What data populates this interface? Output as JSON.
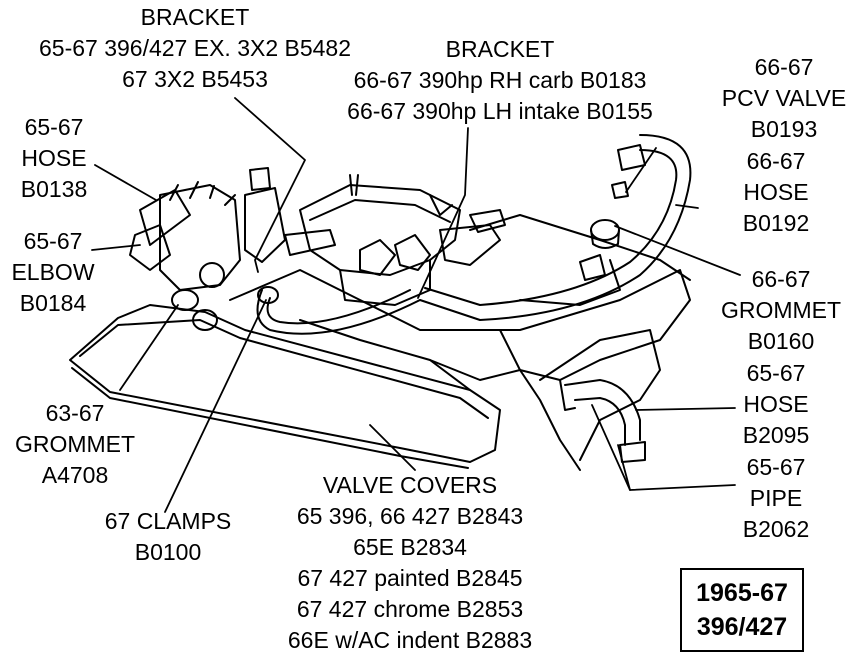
{
  "callouts": {
    "bracket_top": [
      "BRACKET",
      "65-67 396/427 EX. 3X2 B5482",
      "67 3X2 B5453"
    ],
    "bracket_carb": [
      "BRACKET",
      "66-67 390hp RH carb B0183",
      "66-67 390hp LH intake B0155"
    ],
    "pcv_valve": [
      "66-67",
      "PCV VALVE",
      "B0193"
    ],
    "hose_left": [
      "65-67",
      "HOSE",
      "B0138"
    ],
    "elbow": [
      "65-67",
      "ELBOW",
      "B0184"
    ],
    "hose_b0192": [
      "66-67",
      "HOSE",
      "B0192"
    ],
    "grommet_b0160": [
      "66-67",
      "GROMMET",
      "B0160"
    ],
    "grommet_a4708": [
      "63-67",
      "GROMMET",
      "A4708"
    ],
    "hose_b2095": [
      "65-67",
      "HOSE",
      "B2095"
    ],
    "pipe_b2062": [
      "65-67",
      "PIPE",
      "B2062"
    ],
    "clamps": [
      "67 CLAMPS",
      "B0100"
    ],
    "valve_covers": [
      "VALVE COVERS",
      "65 396, 66 427  B2843",
      "65E  B2834",
      "67 427 painted  B2845",
      "67 427 chrome  B2853",
      "66E w/AC indent B2883"
    ]
  },
  "badge": [
    "1965-67",
    "396/427"
  ]
}
